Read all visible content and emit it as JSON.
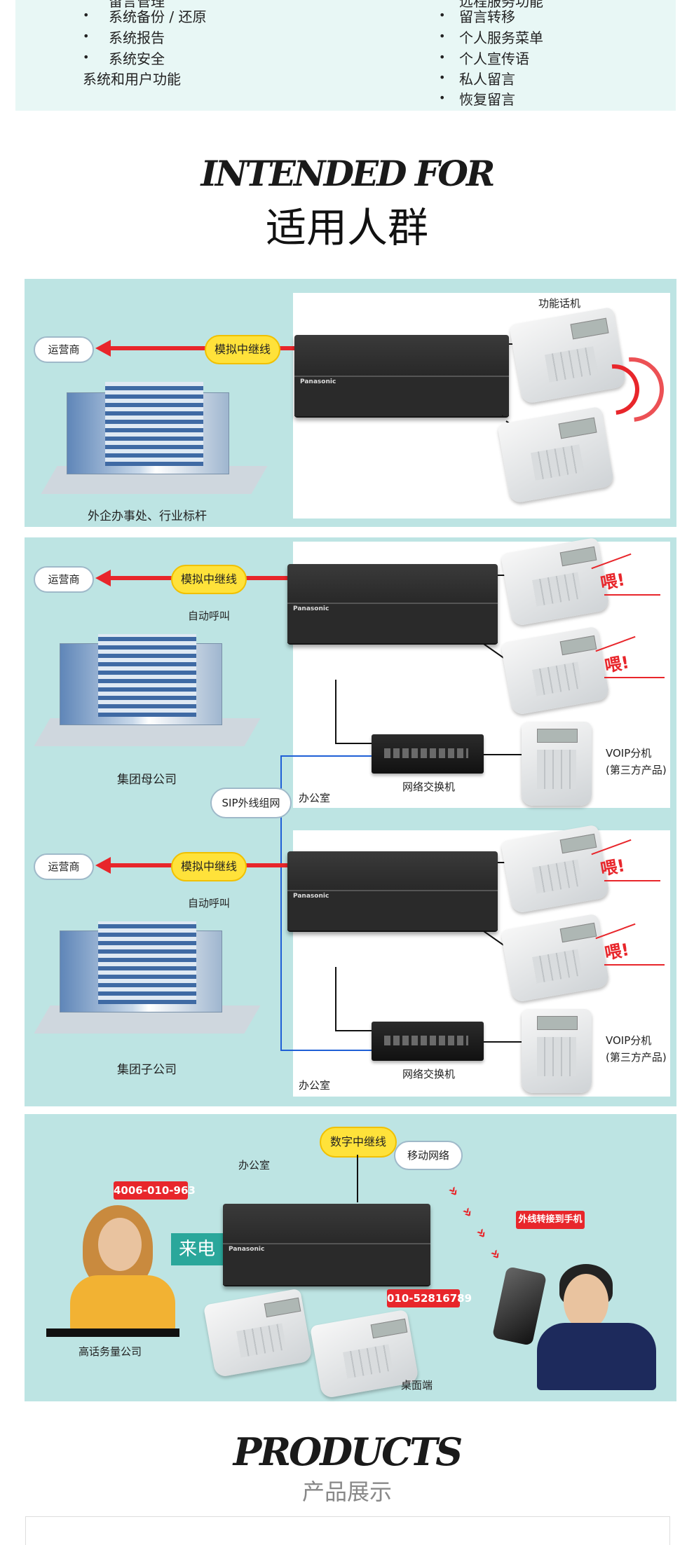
{
  "features": {
    "left_cut": "留言管理",
    "left_items": [
      "系统备份 / 还原",
      "系统报告",
      "系统安全"
    ],
    "left_footer": "系统和用户功能",
    "right_cut": "远程服务功能",
    "right_items": [
      "留言转移",
      "个人服务菜单",
      "个人宣传语",
      "私人留言",
      "恢复留言"
    ]
  },
  "heading_intended": {
    "en": "INTENDED FOR",
    "cn": "适用人群"
  },
  "scene1": {
    "carrier": "运营商",
    "trunk": "模拟中继线",
    "phone_label": "功能话机",
    "caption": "外企办事处、行业标杆"
  },
  "scene2": {
    "carrier_top": "运营商",
    "trunk_top": "模拟中继线",
    "auto_call_top": "自动呼叫",
    "wei": "喂!",
    "voip_line1": "VOIP分机",
    "voip_line2": "(第三方产品)",
    "switch_label": "网络交换机",
    "office": "办公室",
    "hq": "集团母公司",
    "sip": "SIP外线组网",
    "carrier_bottom": "运营商",
    "trunk_bottom": "模拟中继线",
    "auto_call_bottom": "自动呼叫",
    "branch": "集团子公司"
  },
  "scene3": {
    "office": "办公室",
    "digital_trunk": "数字中继线",
    "mobile_network": "移动网络",
    "hotline": "4006-010-963",
    "incoming": "来电",
    "forward": "外线转接到手机",
    "desk_number": "010-52816789",
    "company": "高话务量公司",
    "desktop": "桌面端"
  },
  "heading_products": {
    "en": "PRODUCTS",
    "cn": "产品展示"
  },
  "device_brand": "Panasonic",
  "colors": {
    "accent_red": "#e8262b",
    "panel_teal": "#bde4e3",
    "cloud_yellow": "#ffe23a",
    "sip_blue": "#1e5fd6"
  }
}
